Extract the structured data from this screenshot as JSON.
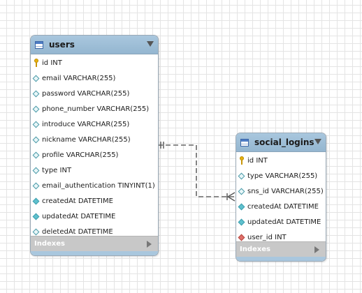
{
  "tables": [
    {
      "name": "users",
      "columns": [
        {
          "name": "id",
          "type": "INT",
          "icon": "primary-key-icon"
        },
        {
          "name": "email",
          "type": "VARCHAR(255)",
          "icon": "column-icon"
        },
        {
          "name": "password",
          "type": "VARCHAR(255)",
          "icon": "column-icon"
        },
        {
          "name": "phone_number",
          "type": "VARCHAR(255)",
          "icon": "column-icon"
        },
        {
          "name": "introduce",
          "type": "VARCHAR(255)",
          "icon": "column-icon"
        },
        {
          "name": "nickname",
          "type": "VARCHAR(255)",
          "icon": "column-icon"
        },
        {
          "name": "profile",
          "type": "VARCHAR(255)",
          "icon": "column-icon"
        },
        {
          "name": "type",
          "type": "INT",
          "icon": "column-icon"
        },
        {
          "name": "email_authentication",
          "type": "TINYINT(1)",
          "icon": "column-icon"
        },
        {
          "name": "createdAt",
          "type": "DATETIME",
          "icon": "not-null-column-icon"
        },
        {
          "name": "updatedAt",
          "type": "DATETIME",
          "icon": "not-null-column-icon"
        },
        {
          "name": "deletedAt",
          "type": "DATETIME",
          "icon": "column-icon"
        }
      ],
      "indexes_label": "Indexes"
    },
    {
      "name": "social_logins",
      "columns": [
        {
          "name": "id",
          "type": "INT",
          "icon": "primary-key-icon"
        },
        {
          "name": "type",
          "type": "VARCHAR(255)",
          "icon": "column-icon"
        },
        {
          "name": "sns_id",
          "type": "VARCHAR(255)",
          "icon": "column-icon"
        },
        {
          "name": "createdAt",
          "type": "DATETIME",
          "icon": "not-null-column-icon"
        },
        {
          "name": "updatedAt",
          "type": "DATETIME",
          "icon": "not-null-column-icon"
        },
        {
          "name": "user_id",
          "type": "INT",
          "icon": "foreign-key-icon"
        }
      ],
      "indexes_label": "Indexes"
    }
  ],
  "relationship": {
    "from": "users",
    "to": "social_logins",
    "cardinality": "one-to-many",
    "line_style": "dashed",
    "line_color": "#666666"
  },
  "colors": {
    "header": "#a9c7de",
    "indexes_bar": "#c8c8c8",
    "primary_key": "#e7b10f",
    "foreign_key": "#e0706a",
    "not_null": "#5fc1ce"
  }
}
